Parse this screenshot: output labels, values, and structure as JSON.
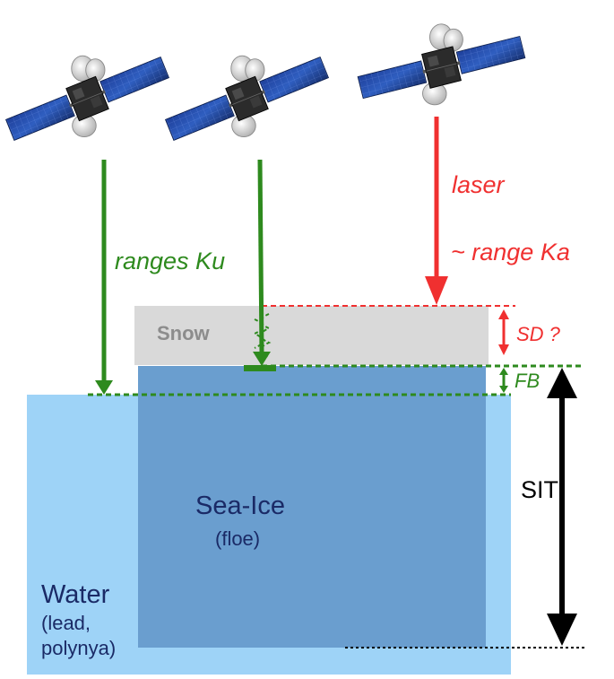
{
  "labels": {
    "ranges_ku": "ranges Ku",
    "laser": "laser",
    "range_ka": "~ range Ka",
    "snow": "Snow",
    "sd": "SD ?",
    "fb": "FB",
    "sit": "SIT",
    "sea_ice": "Sea-Ice",
    "floe": "(floe)",
    "water": "Water",
    "lead": "(lead,",
    "polynya": "polynya)"
  },
  "colors": {
    "green": "#2e8a1e",
    "red": "#f03030",
    "black": "#000000",
    "water": "#9ed3f7",
    "sea_ice": "#6a9ecf",
    "snow": "#d8d8d8",
    "dark_text": "#1a2a66"
  },
  "icons": {
    "satellite_1": "satellite-icon",
    "satellite_2": "satellite-icon",
    "satellite_3": "satellite-icon"
  }
}
